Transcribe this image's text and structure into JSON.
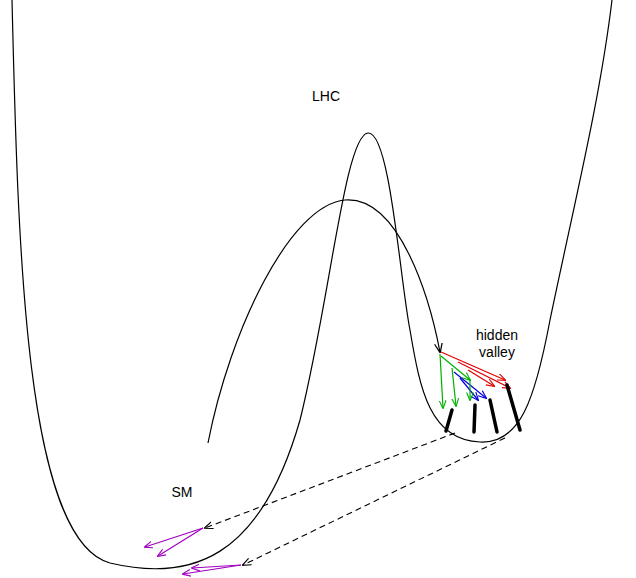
{
  "diagram": {
    "labels": [
      "LHC",
      "hidden valley",
      "SM"
    ]
  }
}
